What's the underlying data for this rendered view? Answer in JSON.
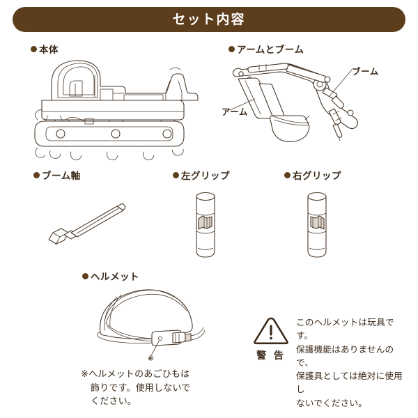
{
  "header": {
    "title": "セット内容"
  },
  "colors": {
    "banner": "#5c3d1c",
    "bullet": "#5c3d1c",
    "text": "#3b2a1a",
    "line_art": "#4a3a2c",
    "background": "#ffffff"
  },
  "sections": [
    {
      "id": "body",
      "label": "本体",
      "bullet": "filled-circle-bullet"
    },
    {
      "id": "arm_boom",
      "label": "アームとブーム",
      "bullet": "filled-circle-bullet"
    },
    {
      "id": "boom_shaft",
      "label": "ブーム軸",
      "bullet": "filled-circle-bullet"
    },
    {
      "id": "left_grip",
      "label": "左グリップ",
      "bullet": "filled-circle-bullet"
    },
    {
      "id": "right_grip",
      "label": "右グリップ",
      "bullet": "filled-circle-bullet"
    },
    {
      "id": "helmet",
      "label": "ヘルメット",
      "bullet": "filled-circle-bullet"
    }
  ],
  "callouts": {
    "boom": "ブーム",
    "arm": "アーム"
  },
  "helmet_marker": "※",
  "helmet_note": {
    "line1": "※ヘルメットのあごひもは",
    "line2": "飾りです。使用しないで",
    "line3": "ください。"
  },
  "warning": {
    "symbol_name": "warning-triangle-exclamation-icon",
    "word": "警 告",
    "line1": "このヘルメットは玩具です。",
    "line2": "保護機能はありませんので、",
    "line3": "保護具としては絶対に使用し",
    "line4": "ないでください。"
  }
}
